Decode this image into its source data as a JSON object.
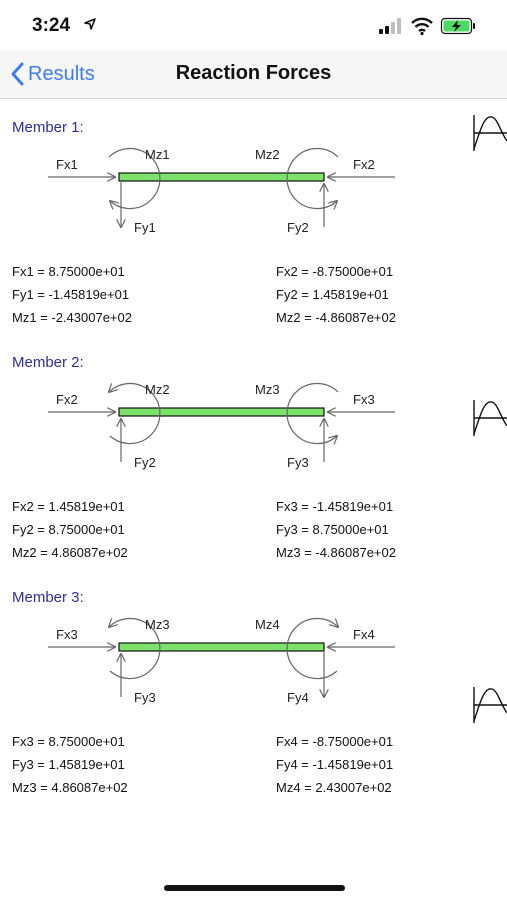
{
  "status_bar": {
    "time": "3:24",
    "icons": [
      "location-arrow-icon",
      "cellular-signal-icon",
      "wifi-icon",
      "battery-charging-icon"
    ]
  },
  "nav": {
    "back_label": "Results",
    "title": "Reaction Forces"
  },
  "colors": {
    "accent": "#3d7cf0",
    "member_title": "#2d2f9e",
    "beam_fill": "#7be26a",
    "beam_stroke": "#111111"
  },
  "members": [
    {
      "title": "Member 1:",
      "labels": {
        "fx_left": "Fx1",
        "fx_right": "Fx2",
        "mz_left": "Mz1",
        "mz_right": "Mz2",
        "fy_left": "Fy1",
        "fy_right": "Fy2"
      },
      "left_values": [
        "Fx1 = 8.75000e+01",
        "Fy1 = -1.45819e+01",
        "Mz1 = -2.43007e+02"
      ],
      "right_values": [
        "Fx2 = -8.75000e+01",
        "Fy2 = 1.45819e+01",
        "Mz2 = -4.86087e+02"
      ]
    },
    {
      "title": "Member 2:",
      "labels": {
        "fx_left": "Fx2",
        "fx_right": "Fx3",
        "mz_left": "Mz2",
        "mz_right": "Mz3",
        "fy_left": "Fy2",
        "fy_right": "Fy3"
      },
      "left_values": [
        "Fx2 = 1.45819e+01",
        "Fy2 = 8.75000e+01",
        "Mz2 = 4.86087e+02"
      ],
      "right_values": [
        "Fx3 = -1.45819e+01",
        "Fy3 = 8.75000e+01",
        "Mz3 = -4.86087e+02"
      ]
    },
    {
      "title": "Member 3:",
      "labels": {
        "fx_left": "Fx3",
        "fx_right": "Fx4",
        "mz_left": "Mz3",
        "mz_right": "Mz4",
        "fy_left": "Fy3",
        "fy_right": "Fy4"
      },
      "left_values": [
        "Fx3 = 8.75000e+01",
        "Fy3 = 1.45819e+01",
        "Mz3 = 4.86087e+02"
      ],
      "right_values": [
        "Fx4 = -8.75000e+01",
        "Fy4 = -1.45819e+01",
        "Mz4 = 2.43007e+02"
      ]
    }
  ]
}
